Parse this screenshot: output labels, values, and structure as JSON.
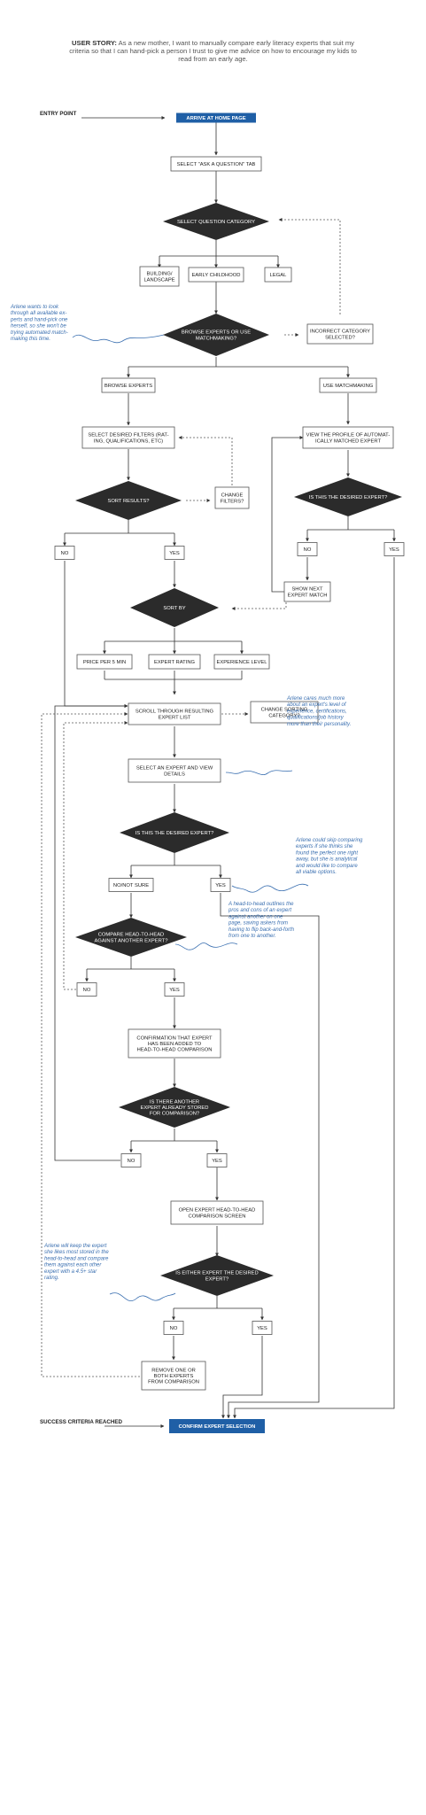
{
  "story": {
    "label": "USER STORY:",
    "text": "As a new mother, I want to manually compare early literacy experts that suit my criteria so that I can hand-pick a person I trust to give me advice on how to encourage my kids to read from an early age."
  },
  "labels": {
    "entry": "ENTRY POINT",
    "success": "SUCCESS CRITERIA REACHED"
  },
  "nodes": {
    "arrive": "ARRIVE AT HOME PAGE",
    "ask_tab": "SELECT \"ASK A QUESTION\" TAB",
    "select_category": "SELECT QUESTION CATEGORY",
    "building": "BUILDING/\nLANDSCAPE",
    "early_childhood": "EARLY CHILDHOOD",
    "legal": "LEGAL",
    "browse_or_match": "BROWSE EXPERTS OR USE\nMATCHMAKING?",
    "incorrect_category": "INCORRECT CATEGORY\nSELECTED?",
    "browse_experts": "BROWSE EXPERTS",
    "use_matchmaking": "USE MATCHMAKING",
    "select_filters": "SELECT DESIRED FILTERS (RAT-\nING, QUALIFICATIONS, ETC)",
    "view_profile": "VIEW THE PROFILE OF AUTOMAT-\nICALLY MATCHED EXPERT",
    "sort_results": "SORT RESULTS?",
    "change_filters": "CHANGE\nFILTERS?",
    "is_desired_1": "IS THIS THE DESIRED EXPERT?",
    "no_1": "NO",
    "yes_1": "YES",
    "no_2": "NO",
    "yes_2": "YES",
    "show_next": "SHOW NEXT\nEXPERT MATCH",
    "sort_by": "SORT BY",
    "price": "PRICE PER 5 MIN",
    "rating": "EXPERT RATING",
    "experience": "EXPERIENCE LEVEL",
    "scroll": "SCROLL THROUGH RESULTING\nEXPERT LIST",
    "change_sorting": "CHANGE SORTING\nCATEGORY?",
    "select_expert": "SELECT AN EXPERT AND VIEW\nDETAILS",
    "is_desired_2": "IS THIS THE DESIRED EXPERT?",
    "no_not_sure": "NO/NOT SURE",
    "yes_3": "YES",
    "compare": "COMPARE HEAD-TO-HEAD\nAGAINST ANOTHER EXPERT?",
    "no_3": "NO",
    "yes_4": "YES",
    "confirmation": "CONFIRMATION THAT EXPERT\nHAS BEEN ADDED TO\nHEAD-TO-HEAD COMPARISON",
    "another_stored": "IS THERE ANOTHER\nEXPERT ALREADY STORED\nFOR COMPARISON?",
    "no_4": "NO",
    "yes_5": "YES",
    "open_h2h": "OPEN EXPERT HEAD-TO-HEAD\nCOMPARISON SCREEN",
    "either_desired": "IS EITHER EXPERT THE DESIRED\nEXPERT?",
    "no_5": "NO",
    "yes_6": "YES",
    "remove": "REMOVE ONE OR\nBOTH EXPERTS\nFROM COMPARISON",
    "confirm": "CONFIRM EXPERT SELECTION"
  },
  "notes": {
    "arlene_browse": "Arlene wants to look\nthrough all available ex-\nperts and hand-pick one\nherself, so she won't be\ntrying automated match-\nmaking this time.",
    "arlene_cares": "Arlene cares much more\nabout an expert's level of\nexperience, certifications,\nqualifications/job history\nmore than their personality.",
    "arlene_skip": "Arlene could skip comparing\nexperts if she thinks she\nfound the perfect one right\naway, but she is analytical\nand would like to compare\nall viable options.",
    "h2h": "A head-to-head outlines the\npros and cons of an expert\nagainst another on one\npage, saving askers from\nhaving to flip back-and-forth\nfrom one to another.",
    "arlene_keep": "Arlene will keep the expert\nshe likes most stored in the\nhead-to-head and compare\nthem against each other\nexpert with a 4.5+ star\nrating."
  },
  "colors": {
    "accent": "#1f5fa6",
    "diamond": "#2b2b2b",
    "note": "#3a6fb0",
    "line": "#333333"
  }
}
